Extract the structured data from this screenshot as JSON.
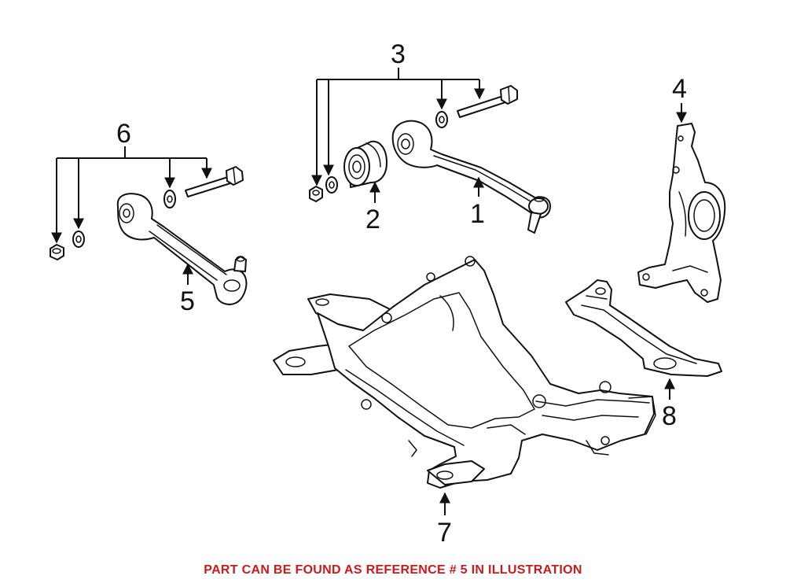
{
  "callouts": {
    "c1": "1",
    "c2": "2",
    "c3": "3",
    "c4": "4",
    "c5": "5",
    "c6": "6",
    "c7": "7",
    "c8": "8"
  },
  "footer": {
    "text": "PART CAN BE FOUND AS REFERENCE # 5 IN ILLUSTRATION",
    "color": "#cc1a1a"
  },
  "colors": {
    "ink": "#111111",
    "background": "#ffffff"
  }
}
